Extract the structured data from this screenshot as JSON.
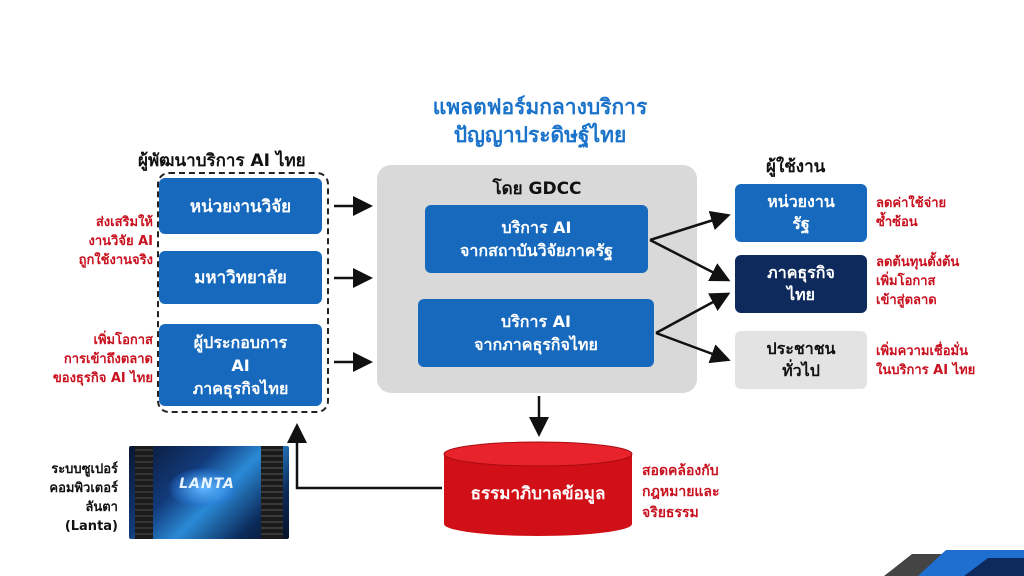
{
  "platform_title_line1": "แพลตฟอร์มกลางบริการ",
  "platform_title_line2": "ปัญญาประดิษฐ์ไทย",
  "developers_heading": "ผู้พัฒนาบริการ AI ไทย",
  "developers": [
    "หน่วยงานวิจัย",
    "มหาวิทยาลัย",
    "ผู้ประกอบการ\nAI\nภาคธุรกิจไทย"
  ],
  "left_notes": [
    [
      "ส่งเสริมให้",
      "งานวิจัย AI",
      "ถูกใช้งานจริง"
    ],
    [
      "เพิ่มโอกาส",
      "การเข้าถึงตลาด",
      "ของธุรกิจ AI ไทย"
    ]
  ],
  "center_label": "โดย GDCC",
  "services": [
    "บริการ AI\nจากสถาบันวิจัยภาครัฐ",
    "บริการ AI\nจากภาคธุรกิจไทย"
  ],
  "users_heading": "ผู้ใช้งาน",
  "users": [
    "หน่วยงาน\nรัฐ",
    "ภาคธุรกิจ\nไทย",
    "ประชาชน\nทั่วไป"
  ],
  "right_notes": [
    [
      "ลดค่าใช้จ่าย",
      "ซ้ำซ้อน"
    ],
    [
      "ลดต้นทุนตั้งต้น",
      "เพิ่มโอกาส",
      "เข้าสู่ตลาด"
    ],
    [
      "เพิ่มความเชื่อมั่น",
      "ในบริการ AI ไทย"
    ]
  ],
  "data_governance": "ธรรมาภิบาลข้อมูล",
  "governance_note": [
    "สอดคล้องกับ",
    "กฎหมายและ",
    "จริยธรรม"
  ],
  "supercomputer_label": [
    "ระบบซูเปอร์",
    "คอมพิวเตอร์",
    "ลันตา",
    "(Lanta)"
  ],
  "supercomputer_image_text": "LANTA",
  "colors": {
    "blue": "#1769bd",
    "navy": "#0e2a5c",
    "red": "#c8101e",
    "panel": "#d9d9d9",
    "title": "#1a73c9"
  }
}
